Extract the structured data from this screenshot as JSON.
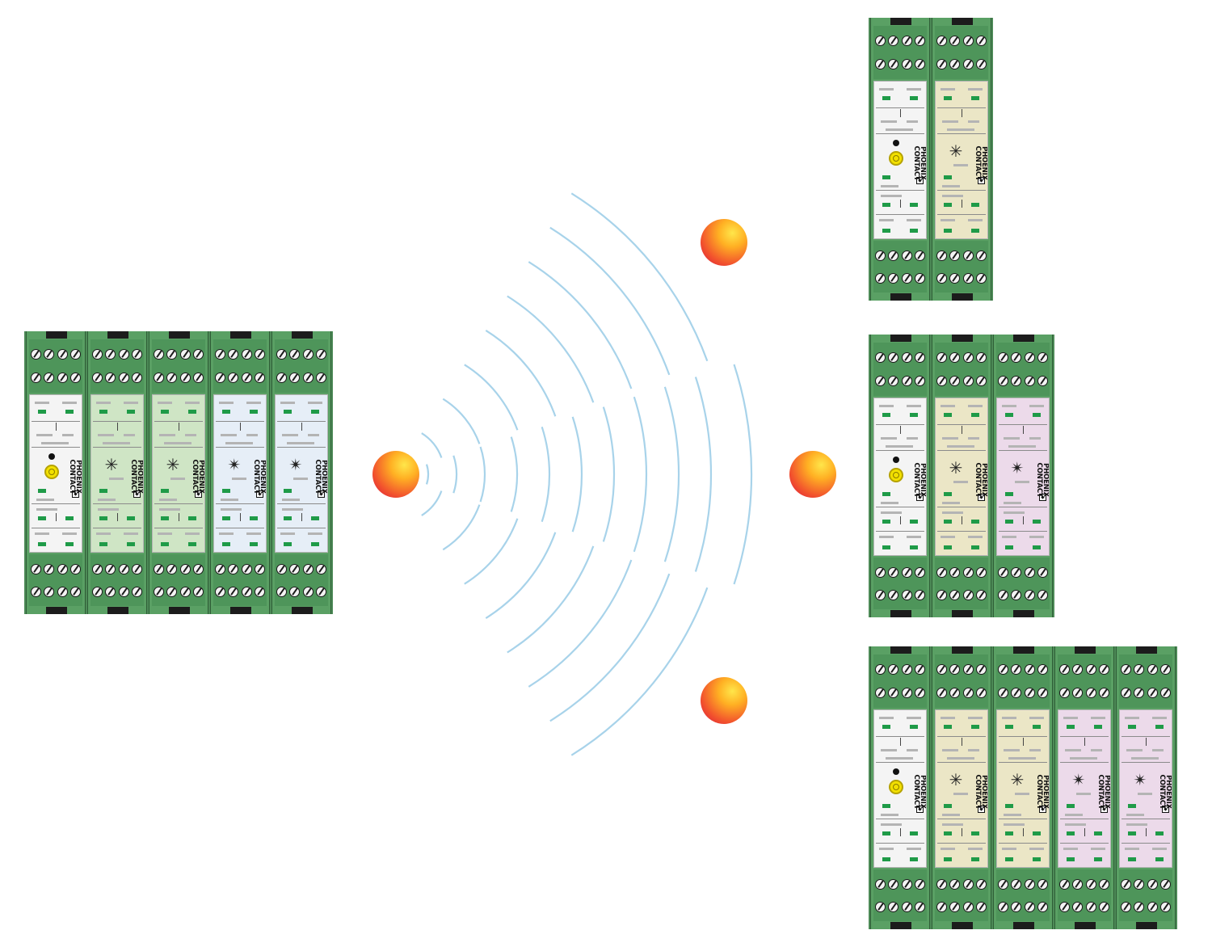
{
  "brand": {
    "line1": "PHOENIX",
    "line2": "CONTACT"
  },
  "colors": {
    "housing": "#4e955a",
    "screw": "#f3f3f3",
    "led": "#1f9b48",
    "knob": "#f2e000",
    "wave": "#a8d3ea",
    "face_white": "#f4f4f4",
    "face_green": "#cfe5c5",
    "face_blue": "#e6eef7",
    "face_beige": "#ebe6c6",
    "face_pink": "#ecdaea"
  },
  "icons": {
    "master_device": "yellow-knob-icon",
    "bus_node": "red-sphere-icon",
    "wireless_link": "radio-wave-icon",
    "module_symbol": "asterisk-star-icon"
  },
  "racks": [
    {
      "name": "source-rack",
      "modules": [
        "master",
        "green",
        "green",
        "blue",
        "blue"
      ]
    },
    {
      "name": "target-rack-top",
      "modules": [
        "master",
        "beige"
      ]
    },
    {
      "name": "target-rack-middle",
      "modules": [
        "master",
        "beige",
        "pink"
      ]
    },
    {
      "name": "target-rack-bottom",
      "modules": [
        "master",
        "beige",
        "beige",
        "pink",
        "pink"
      ]
    }
  ],
  "nodes": [
    "transmitter",
    "receiver-top",
    "receiver-middle",
    "receiver-bottom"
  ]
}
